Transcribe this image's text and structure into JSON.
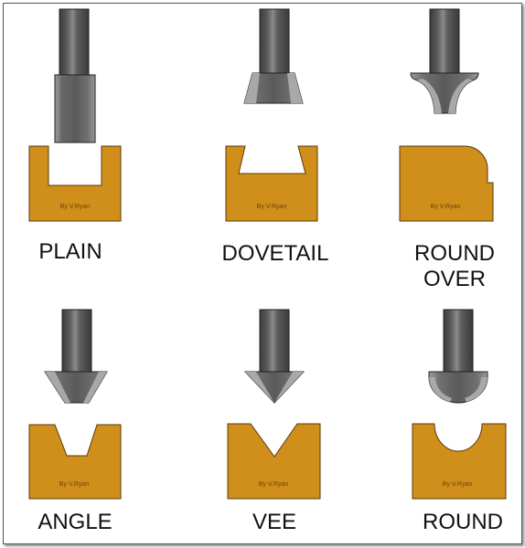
{
  "bits": [
    {
      "key": "plain",
      "caption": "PLAIN",
      "credit": "By V.Ryan"
    },
    {
      "key": "dovetail",
      "caption": "DOVETAIL",
      "credit": "By V.Ryan"
    },
    {
      "key": "roundover",
      "caption": "ROUND\nOVER",
      "credit": "By V.Ryan"
    },
    {
      "key": "angle",
      "caption": "ANGLE",
      "credit": "By V.Ryan"
    },
    {
      "key": "vee",
      "caption": "VEE",
      "credit": "By V.Ryan"
    },
    {
      "key": "round",
      "caption": "ROUND",
      "credit": "By V.Ryan"
    }
  ],
  "colors": {
    "wood": "#d08e1a",
    "wood_edge": "#5a3a0a",
    "steel_dark": "#4a4a4a",
    "steel_mid": "#6e6e6e",
    "steel_light": "#a6a6a6",
    "outline": "#222222"
  }
}
